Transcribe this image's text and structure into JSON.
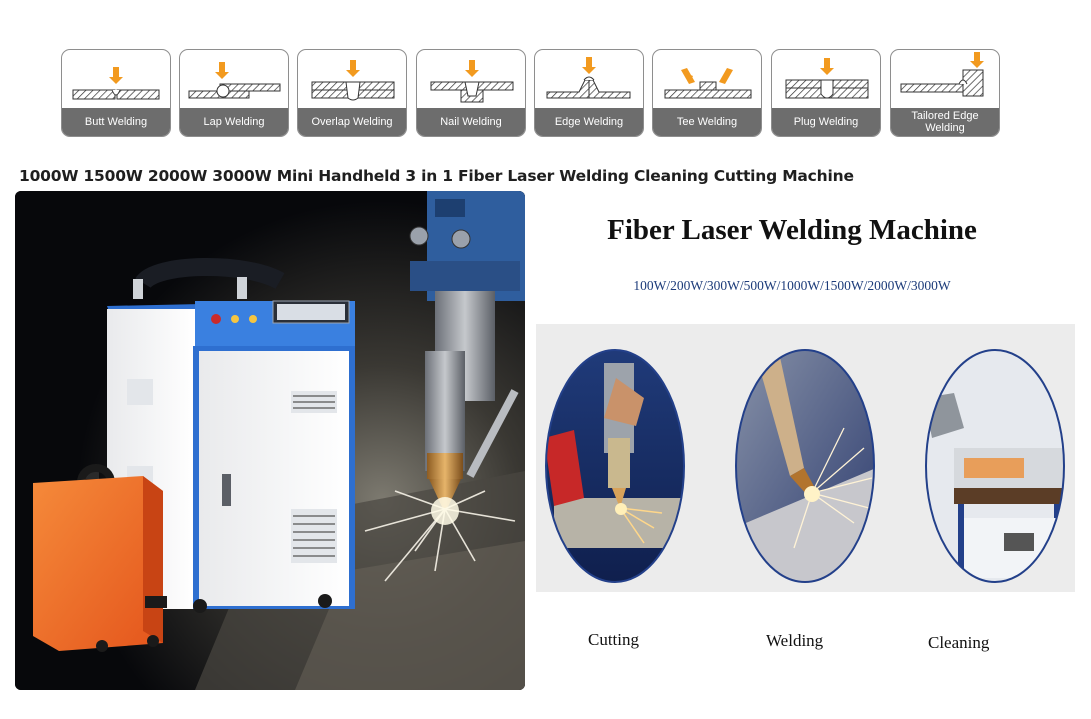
{
  "weld_types": [
    {
      "label": "Butt Welding",
      "icon": "butt-weld-icon"
    },
    {
      "label": "Lap Welding",
      "icon": "lap-weld-icon"
    },
    {
      "label": "Overlap Welding",
      "icon": "overlap-weld-icon"
    },
    {
      "label": "Nail Welding",
      "icon": "nail-weld-icon"
    },
    {
      "label": "Edge Welding",
      "icon": "edge-weld-icon"
    },
    {
      "label": "Tee Welding",
      "icon": "tee-weld-icon"
    },
    {
      "label": "Plug Welding",
      "icon": "plug-weld-icon"
    },
    {
      "label": "Tailored Edge Welding",
      "icon": "tailored-edge-weld-icon"
    }
  ],
  "product": {
    "title": "1000W 1500W 2000W 3000W Mini Handheld 3 in 1 Fiber Laser Welding Cleaning Cutting Machine"
  },
  "banner": {
    "heading": "Fiber Laser Welding Machine",
    "power_options": "100W/200W/300W/500W/1000W/1500W/2000W/3000W"
  },
  "processes": [
    {
      "label": "Cutting"
    },
    {
      "label": "Welding"
    },
    {
      "label": "Cleaning"
    }
  ],
  "colors": {
    "arrow": "#f29a1f",
    "caption_bg": "#6d6d6d",
    "machine_blue": "#2e6fd0",
    "machine_orange": "#f2692a",
    "power_text": "#1d3c7a"
  }
}
